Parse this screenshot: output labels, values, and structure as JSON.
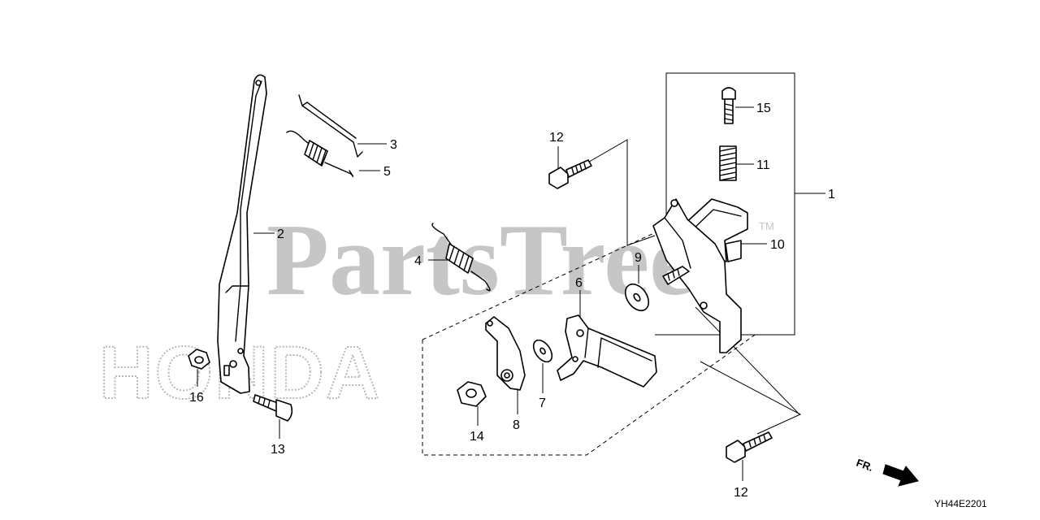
{
  "watermark": {
    "brand": "PartsTree",
    "trademark": "TM",
    "logo_text": "HONDA"
  },
  "diagram_code": "YH44E2201",
  "direction_indicator": {
    "label": "FR."
  },
  "callouts": [
    "1",
    "2",
    "3",
    "4",
    "5",
    "6",
    "7",
    "8",
    "9",
    "10",
    "11",
    "12",
    "12",
    "13",
    "14",
    "15",
    "16"
  ]
}
